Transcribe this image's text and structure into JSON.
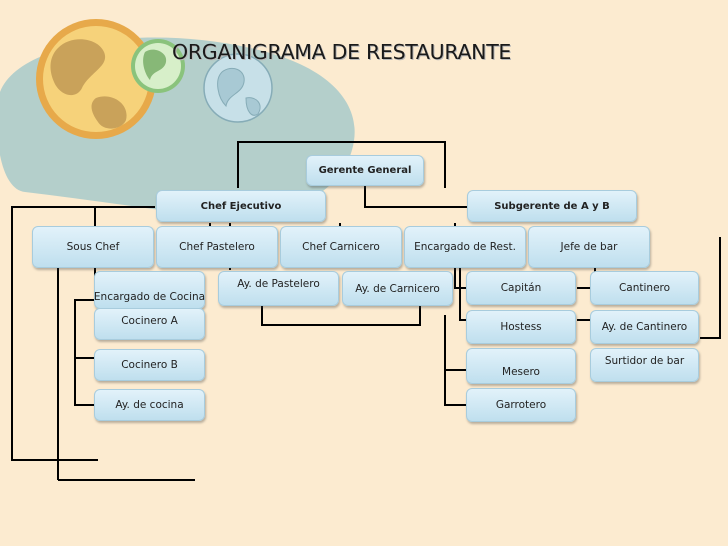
{
  "title": "ORGANIGRAMA DE RESTAURANTE",
  "colors": {
    "background": "#fcebd0",
    "box_fill": "#cfe8f4",
    "blob": "#9cc5c9",
    "globe": "#f0c060",
    "line": "#000000"
  },
  "nodes": {
    "gerente_general": "Gerente General",
    "chef_ejecutivo": "Chef Ejecutivo",
    "subgerente": "Subgerente de A y B",
    "sous_chef": "Sous Chef",
    "chef_pastelero": "Chef Pastelero",
    "chef_carnicero": "Chef Carnicero",
    "encargado_rest": "Encargado de Rest.",
    "jefe_bar": "Jefe de bar",
    "encargado_cocina": "Encargado de Cocina",
    "cocinero_a": "Cocinero A",
    "cocinero_b": "Cocinero B",
    "ay_cocina": "Ay. de cocina",
    "ay_pastelero": "Ay. de Pastelero",
    "ay_carnicero": "Ay. de Carnicero",
    "capitan": "Capitán",
    "hostess": "Hostess",
    "mesero": "Mesero",
    "garrotero": "Garrotero",
    "cantinero": "Cantinero",
    "ay_cantinero": "Ay. de Cantinero",
    "surtidor_bar": "Surtidor de bar"
  }
}
